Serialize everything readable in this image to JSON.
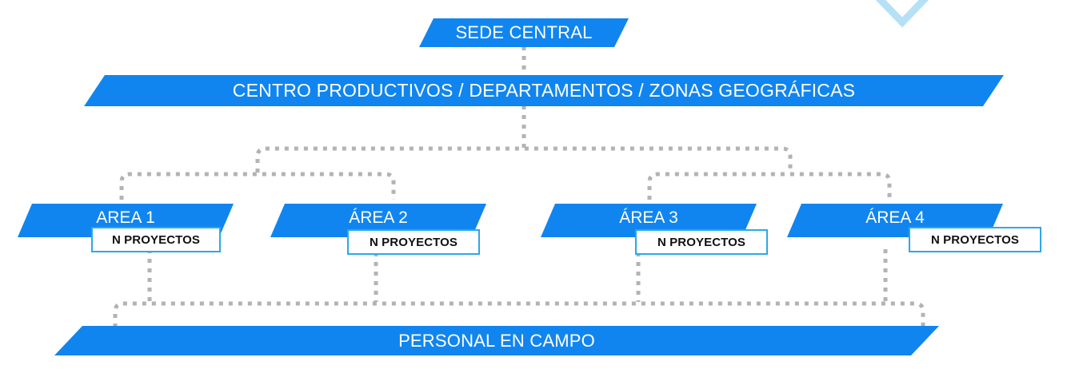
{
  "diagram": {
    "title_top": "SEDE CENTRAL",
    "band_second": "CENTRO PRODUCTIVOS / DEPARTAMENTOS / ZONAS GEOGRÁFICAS",
    "band_bottom": "PERSONAL EN CAMPO",
    "areas": [
      {
        "label": "AREA 1",
        "projects": "N PROYECTOS"
      },
      {
        "label": "ÁREA 2",
        "projects": "N PROYECTOS"
      },
      {
        "label": "ÁREA 3",
        "projects": "N PROYECTOS"
      },
      {
        "label": "ÁREA 4",
        "projects": "N PROYECTOS"
      }
    ],
    "colors": {
      "banner_blue": "#1185ef",
      "box_border_blue": "#2ca8e8",
      "connector_gray": "#b3b3b3",
      "banner_text": "#ffffff",
      "box_text": "#111111",
      "watermark_blue": "#a8dcf5",
      "background": "#ffffff"
    },
    "connector_style": "dotted",
    "watermark": "chevron-arrow"
  }
}
